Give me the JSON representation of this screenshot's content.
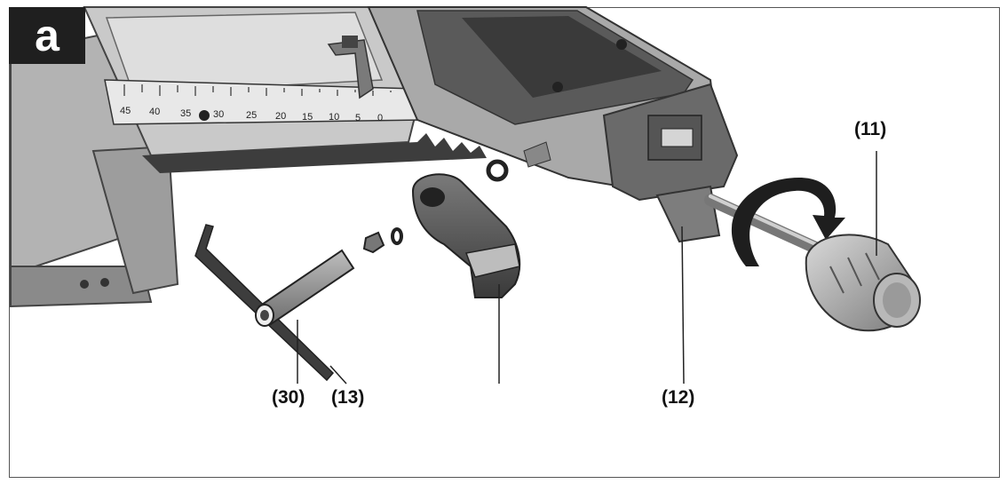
{
  "figure": {
    "panel_label": "a",
    "callouts": [
      {
        "id": "c11",
        "text": "(11)"
      },
      {
        "id": "c12",
        "text": "(12)"
      },
      {
        "id": "c30",
        "text": "(30)"
      },
      {
        "id": "c13",
        "text": "(13)"
      }
    ],
    "scale_numbers": [
      "45",
      "40",
      "35",
      "30",
      "25",
      "20",
      "15",
      "10",
      "5",
      "0"
    ],
    "colors": {
      "metal_dark": "#4a4a4a",
      "metal_mid": "#8c8c8c",
      "metal_light": "#cfcfcf",
      "frame": "#555555"
    }
  }
}
